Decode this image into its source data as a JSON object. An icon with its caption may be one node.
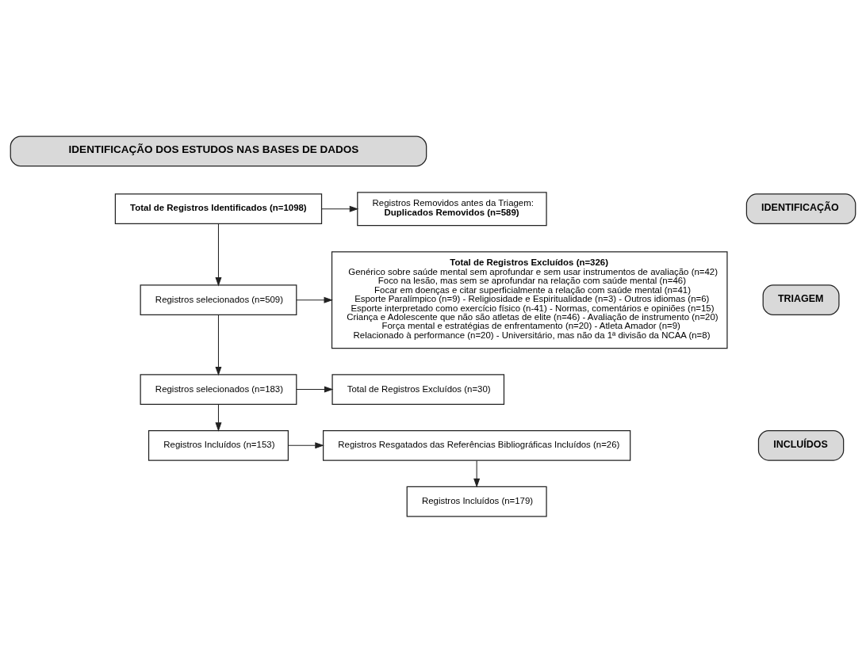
{
  "diagram": {
    "nodes": [
      {
        "text": [
          "IDENTIFICAÇÃO DOS ESTUDOS NAS BASES DE DADOS"
        ]
      },
      {
        "text": [
          "IDENTIFICAÇÃO"
        ]
      },
      {
        "text": [
          "TRIAGEM"
        ]
      },
      {
        "text": [
          "INCLUÍDOS"
        ]
      },
      {
        "text": [
          "Total de Registros Identificados (n=1098)"
        ]
      },
      {
        "text": [
          "Registros Removidos antes da Triagem:",
          "Duplicados Removidos (n=589)"
        ]
      },
      {
        "text": [
          "Registros selecionados (n=509)"
        ]
      },
      {
        "text": [
          "Total de Registros Excluídos (n=326)",
          "Genérico sobre saúde mental sem aprofundar e sem usar instrumentos de avaliação (n=42)",
          "Foco na lesão, mas sem se aprofundar na relação com saúde mental (n=46)",
          "Focar em doenças e citar superficialmente a relação com saúde mental (n=41)",
          "Esporte Paralímpico (n=9) - Religiosidade e Espiritualidade (n=3) - Outros idiomas (n=6)",
          "Esporte interpretado como exercício físico (n-41) - Normas, comentários e opiniões (n=15)",
          "Criança e Adolescente que não são atletas de elite (n=46) - Avaliação de instrumento (n=20)",
          "Força mental e estratégias de enfrentamento (n=20) - Atleta Amador (n=9)",
          "Relacionado à performance (n=20) - Universitário, mas não da 1ª divisão da NCAA (n=8)"
        ]
      },
      {
        "text": [
          "Registros selecionados (n=183)"
        ]
      },
      {
        "text": [
          "Total de Registros Excluídos (n=30)"
        ]
      },
      {
        "text": [
          "Registros Incluídos (n=153)"
        ]
      },
      {
        "text": [
          "Registros Resgatados das Referências Bibliográficas Incluídos (n=26)"
        ]
      },
      {
        "text": [
          "Registros Incluídos (n=179)"
        ]
      }
    ],
    "edges": [
      {
        "from": 4,
        "to": 5,
        "arrow": "to"
      },
      {
        "from": 4,
        "to": 6,
        "arrow": "to"
      },
      {
        "from": 6,
        "to": 7,
        "arrow": "to"
      },
      {
        "from": 6,
        "to": 8,
        "arrow": "to"
      },
      {
        "from": 8,
        "to": 9,
        "arrow": "to"
      },
      {
        "from": 8,
        "to": 10,
        "arrow": "to"
      },
      {
        "from": 10,
        "to": 11,
        "arrow": "to"
      },
      {
        "from": 11,
        "to": 12,
        "arrow": "to"
      }
    ]
  }
}
